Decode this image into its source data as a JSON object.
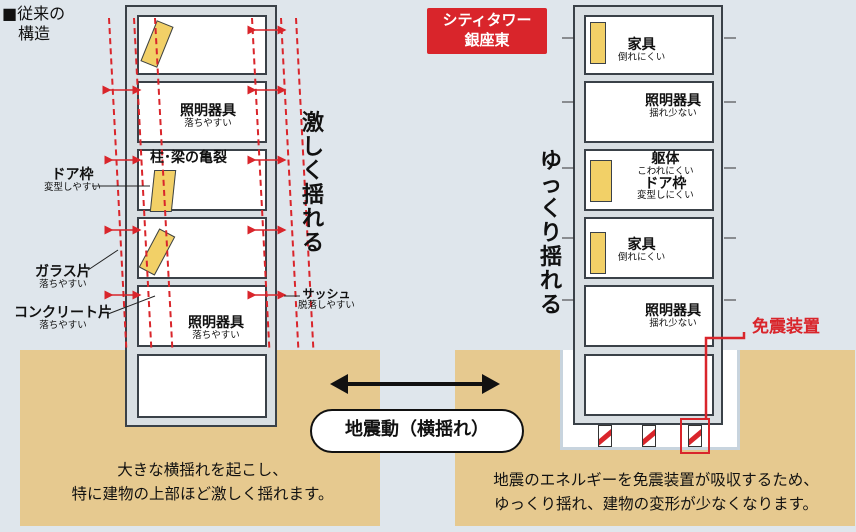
{
  "left": {
    "title_line1": "■従来の",
    "title_line2": "構造",
    "shake_vertical": "激しく揺れる",
    "labels": {
      "column_crack": "柱･梁の亀裂",
      "lighting_top": "照明器具",
      "lighting_top_sub": "落ちやすい",
      "lighting_bottom": "照明器具",
      "lighting_bottom_sub": "落ちやすい",
      "door_frame": "ドア枠",
      "door_frame_sub": "変型しやすい",
      "glass": "ガラス片",
      "glass_sub": "落ちやすい",
      "concrete": "コンクリート片",
      "concrete_sub": "落ちやすい",
      "sash": "サッシュ",
      "sash_sub": "脱落しやすい"
    },
    "caption_line1": "大きな横揺れを起こし、",
    "caption_line2": "特に建物の上部ほど激しく揺れます。"
  },
  "right": {
    "title_line1": "シティタワー",
    "title_line2": "銀座東",
    "shake_vertical": "ゆっくり揺れる",
    "labels": {
      "furniture_top": "家具",
      "furniture_top_sub": "倒れにくい",
      "lighting_top": "照明器具",
      "lighting_top_sub": "揺れ少ない",
      "frame": "躯体",
      "frame_sub": "こわれにくい",
      "door_frame": "ドア枠",
      "door_frame_sub": "変型しにくい",
      "furniture_bottom": "家具",
      "furniture_bottom_sub": "倒れにくい",
      "lighting_bottom": "照明器具",
      "lighting_bottom_sub": "揺れ少ない"
    },
    "isolation_label": "免震装置",
    "caption_line1": "地震のエネルギーを免震装置が吸収するため、",
    "caption_line2": "ゆっくり揺れ、建物の変形が少なくなります。"
  },
  "center": {
    "ground_motion": "地震動（横揺れ）"
  },
  "colors": {
    "red": "#d9252b",
    "ground": "#e6c98f",
    "door": "#f2d067",
    "background": "#dfe6ec"
  }
}
